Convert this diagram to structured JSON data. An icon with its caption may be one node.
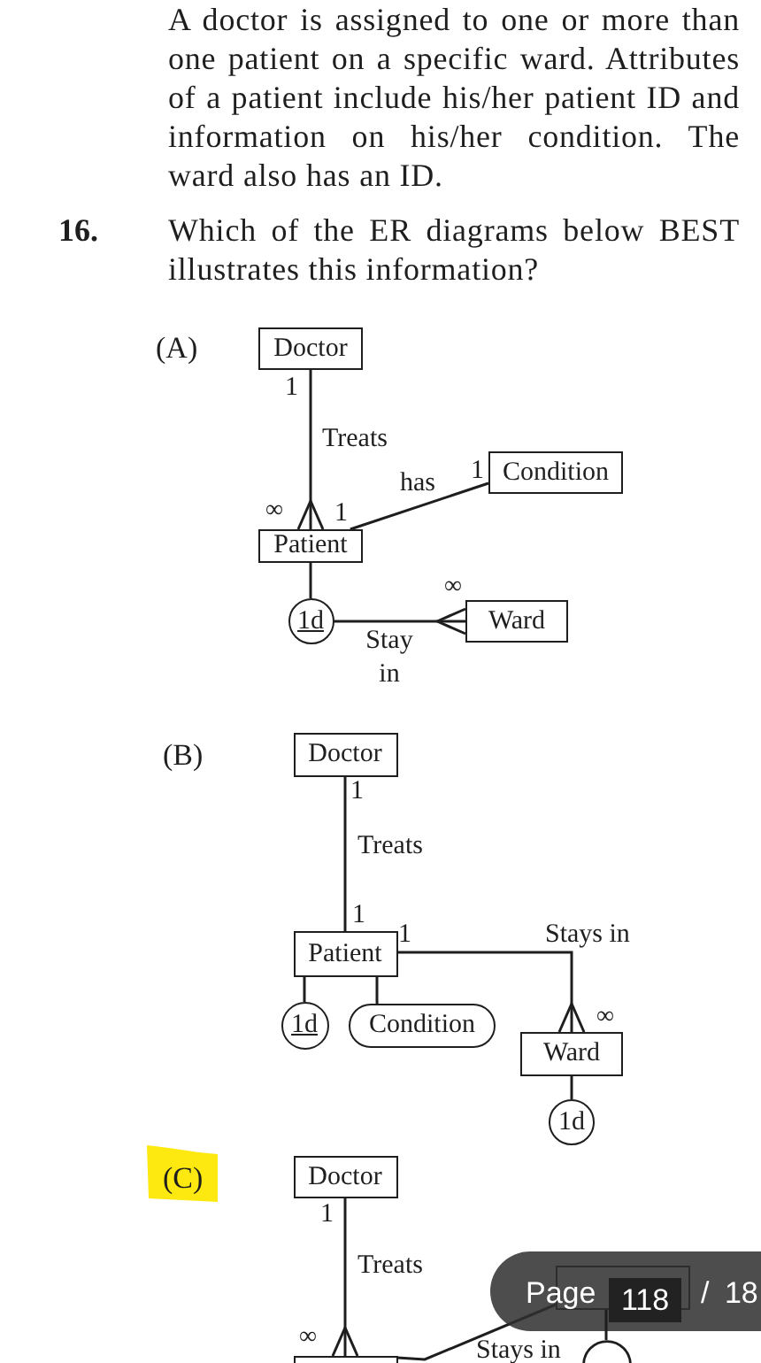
{
  "diagram": {
    "nodes": [
      {
        "text": [
          "Doctor"
        ]
      },
      {
        "text": [
          "Condition"
        ]
      },
      {
        "text": [
          "Patient"
        ]
      },
      {
        "text": [
          "1d"
        ]
      },
      {
        "text": [
          "Ward"
        ]
      },
      {
        "text": [
          "Doctor"
        ]
      },
      {
        "text": [
          "Patient"
        ]
      },
      {
        "text": [
          "1d"
        ]
      },
      {
        "text": [
          "Condition"
        ]
      },
      {
        "text": [
          "Ward"
        ]
      },
      {
        "text": [
          "1d"
        ]
      },
      {
        "text": [
          "Doctor"
        ]
      },
      {
        "text": [],
        "shape": "box"
      },
      {
        "text": [],
        "shape": "circle"
      },
      {
        "text": [],
        "shape": "box"
      }
    ],
    "edges": [
      {
        "from": 0,
        "to": 2,
        "arrow": "other",
        "label": "Treats"
      },
      {
        "from": 2,
        "to": 1,
        "arrow": "none",
        "label": "has"
      },
      {
        "from": 2,
        "to": 3,
        "arrow": "none"
      },
      {
        "from": 3,
        "to": 4,
        "arrow": "other",
        "label": "Stay in"
      },
      {
        "from": 5,
        "to": 6,
        "arrow": "none",
        "label": "Treats"
      },
      {
        "from": 6,
        "to": 9,
        "arrow": "other",
        "label": "Stays in"
      },
      {
        "from": 6,
        "to": 7,
        "arrow": "none"
      },
      {
        "from": 6,
        "to": 8,
        "arrow": "none"
      },
      {
        "from": 9,
        "to": 10,
        "arrow": "none"
      },
      {
        "from": 11,
        "to": 14,
        "arrow": "other",
        "label": "Treats"
      },
      {
        "from": 14,
        "to": 12,
        "arrow": "none",
        "label": "Stays in"
      },
      {
        "from": 12,
        "to": 13,
        "arrow": "none"
      }
    ],
    "labels": [
      "A doctor is assigned to one or more than one patient on a specific ward. Attributes of a patient include his/her patient ID and information on his/her condition. The ward also has an ID.",
      "16.",
      "Which of the ER diagrams below BEST illustrates this information?",
      "(A)",
      "1",
      "1",
      "∞",
      "1",
      "∞",
      "(B)",
      "1",
      "1",
      "1",
      "∞",
      "(C)",
      "1",
      "Page",
      "118",
      "/ 18",
      "∞"
    ]
  }
}
